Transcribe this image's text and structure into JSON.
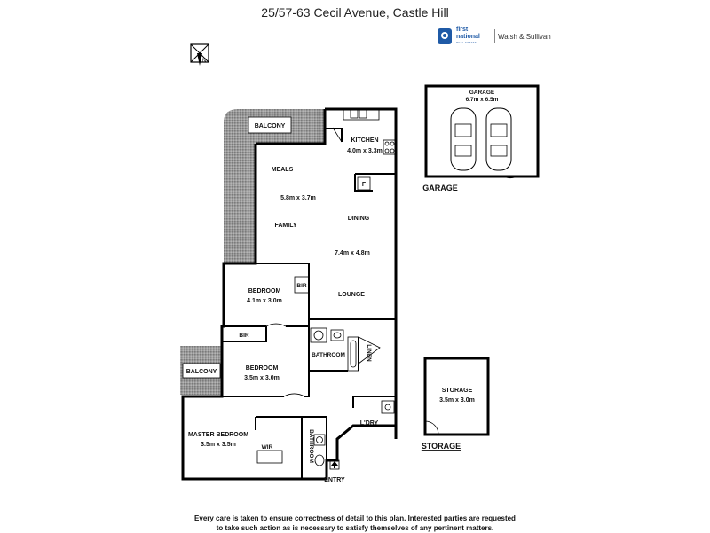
{
  "header": {
    "address": "25/57-63 Cecil Avenue, Castle Hill"
  },
  "logo": {
    "line1": "first",
    "line2": "national",
    "line3": "REAL ESTATE",
    "agent": "Walsh & Sullivan"
  },
  "compass_icon": "north-arrow-icon",
  "rooms": {
    "balcony_top": "BALCONY",
    "kitchen": "KITCHEN",
    "kitchen_size": "4.0m x 3.3m",
    "fridge": "F",
    "meals": "MEALS",
    "meals_size": "5.8m x 3.7m",
    "family": "FAMILY",
    "dining": "DINING",
    "dining_size": "7.4m x 4.8m",
    "bedroom2": "BEDROOM",
    "bedroom2_size": "4.1m x 3.0m",
    "bir1": "BIR",
    "lounge": "LOUNGE",
    "bir2": "BIR",
    "bathroom": "BATHROOM",
    "linen": "LINEN",
    "bedroom3": "BEDROOM",
    "bedroom3_size": "3.5m x 3.0m",
    "balcony_left": "BALCONY",
    "laundry": "L'DRY",
    "master": "MASTER BEDROOM",
    "master_size": "3.5m x 3.5m",
    "wir": "WIR",
    "ensuite": "BATHROOM",
    "entry": "ENTRY"
  },
  "garage": {
    "title": "GARAGE",
    "size": "6.7m x 6.5m",
    "caption": "GARAGE"
  },
  "storage": {
    "title": "STORAGE",
    "size": "3.5m x 3.0m",
    "caption": "STORAGE"
  },
  "footer": {
    "line1": "Every care is taken to ensure correctness of detail to this plan. Interested parties are requested",
    "line2": "to take such action as is necessary to satisfy themselves of any pertinent matters."
  }
}
